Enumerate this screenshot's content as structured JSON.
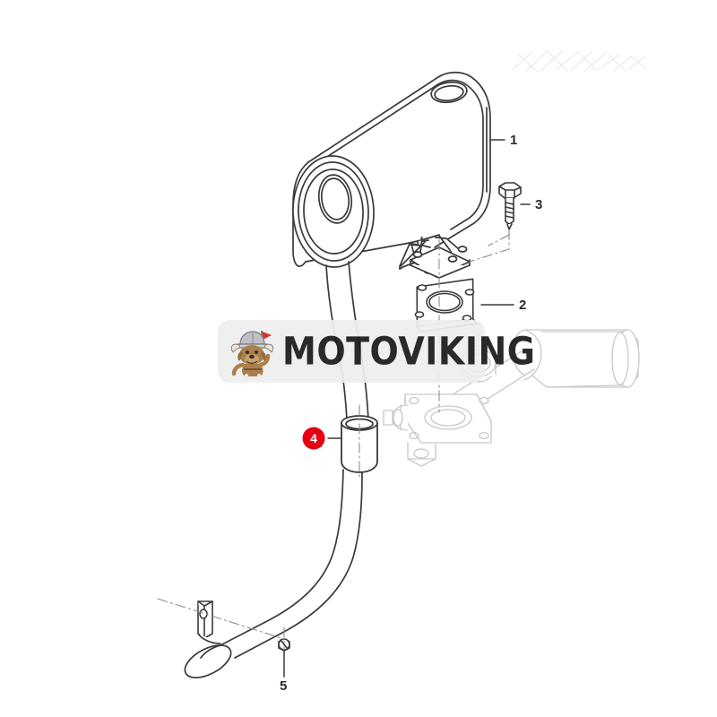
{
  "page": {
    "title": "Exhaust System Parts Diagram",
    "background_color": "#ffffff",
    "line_color": "#3a3a3a",
    "ghost_line_color": "#c9c9cf",
    "highlight_color": "#e60012",
    "highlight_text_color": "#ffffff"
  },
  "watermark": {
    "text": "MOTOVIKING",
    "logo_name": "viking-dog-logo",
    "background_color": "#eeeeee",
    "text_color": "#1a1a1a"
  },
  "callouts": [
    {
      "number": "1",
      "part": "muffler",
      "description": "Muffler canister with oval cross-section, top outlet port and angled inlet neck",
      "highlighted": false
    },
    {
      "number": "2",
      "part": "flange-gasket",
      "description": "Diamond shaped flange gasket with center bore and four bolt holes",
      "highlighted": false
    },
    {
      "number": "3",
      "part": "hex-bolt",
      "description": "Hex head bolt with threaded shank",
      "highlighted": false
    },
    {
      "number": "4",
      "part": "coupling-sleeve",
      "description": "Cylindrical exhaust pipe coupling sleeve",
      "highlighted": true
    },
    {
      "number": "5",
      "part": "clamp-nut",
      "description": "Clamp nut fastener for tailpipe bracket",
      "highlighted": false
    }
  ],
  "context_parts": [
    {
      "name": "exhaust-manifold",
      "description": "Engine exhaust manifold shown in light gray as reference context"
    }
  ]
}
